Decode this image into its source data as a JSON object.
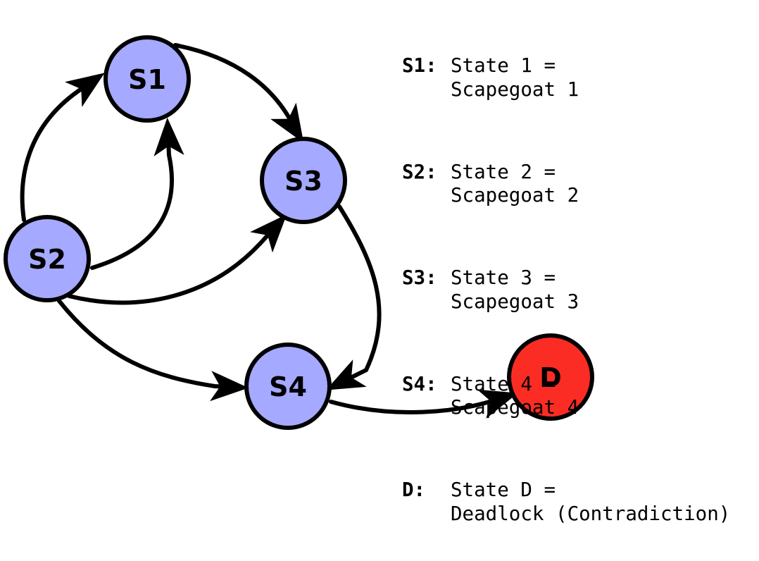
{
  "nodes": [
    {
      "id": "S1",
      "label": "S1",
      "color": "#a5a9ff"
    },
    {
      "id": "S2",
      "label": "S2",
      "color": "#a5a9ff"
    },
    {
      "id": "S3",
      "label": "S3",
      "color": "#a5a9ff"
    },
    {
      "id": "S4",
      "label": "S4",
      "color": "#a5a9ff"
    },
    {
      "id": "D",
      "label": "D",
      "color": "#fb2c24"
    }
  ],
  "edges": [
    {
      "from": "S2",
      "to": "S1"
    },
    {
      "from": "S2",
      "to": "S1"
    },
    {
      "from": "S1",
      "to": "S3"
    },
    {
      "from": "S2",
      "to": "S3"
    },
    {
      "from": "S3",
      "to": "S4"
    },
    {
      "from": "S2",
      "to": "S4"
    },
    {
      "from": "S4",
      "to": "D"
    }
  ],
  "legend": [
    {
      "key": "S1:",
      "line1": "State 1 =",
      "line2": "Scapegoat 1"
    },
    {
      "key": "S2:",
      "line1": "State 2 =",
      "line2": "Scapegoat 2"
    },
    {
      "key": "S3:",
      "line1": "State 3 =",
      "line2": "Scapegoat 3"
    },
    {
      "key": "S4:",
      "line1": "State 4 =",
      "line2": "Scapegoat 4"
    },
    {
      "key": "D:",
      "line1": "State D =",
      "line2": "Deadlock (Contradiction)"
    }
  ]
}
